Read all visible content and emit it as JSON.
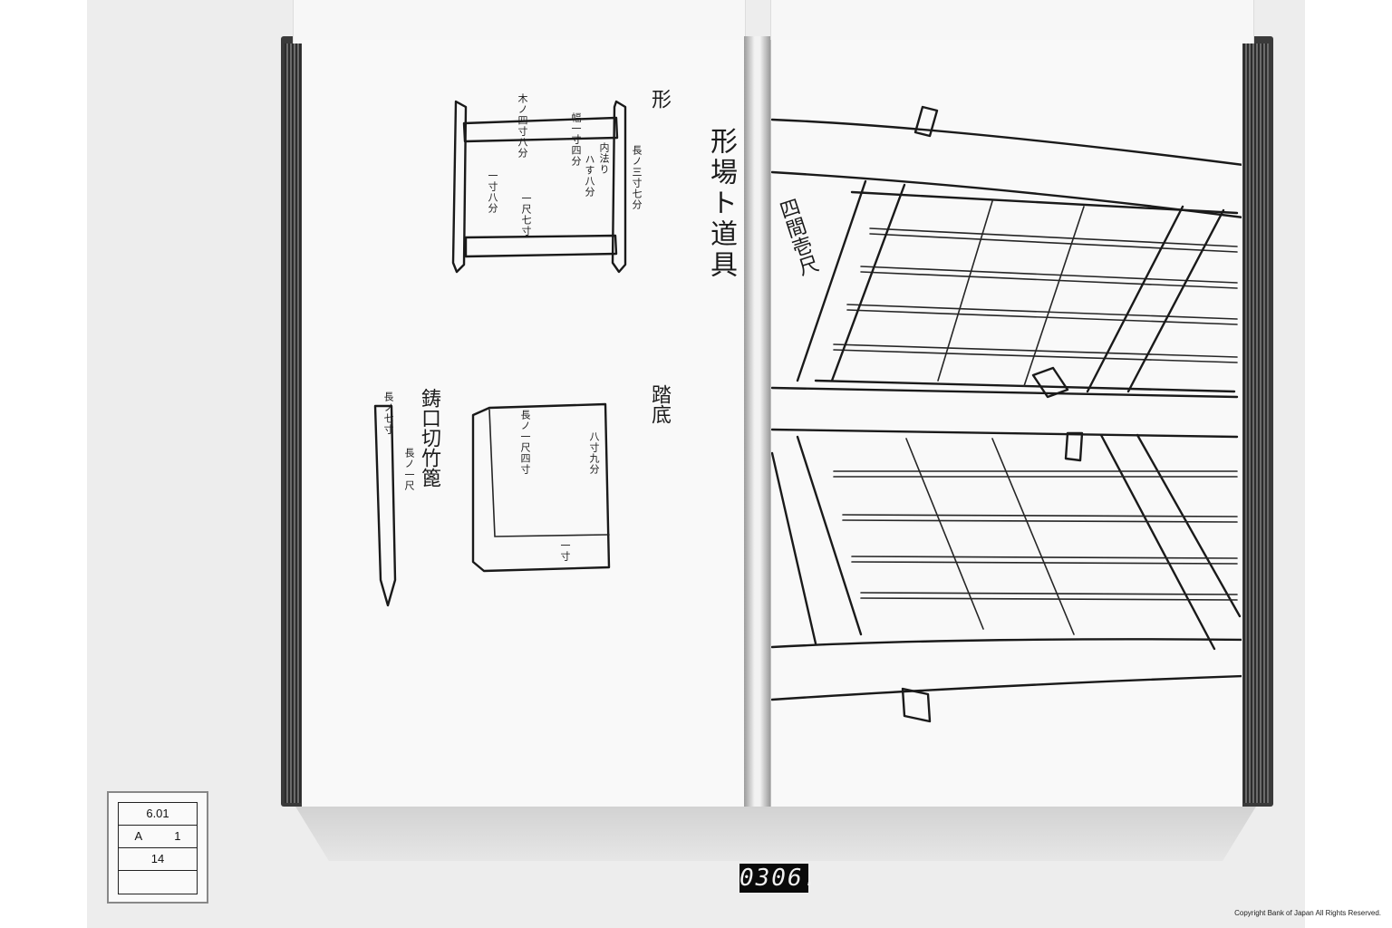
{
  "left_page": {
    "side_title": "形場ト道具",
    "frame_label": "形",
    "frame_notes": [
      "木ノ四寸八分",
      "幅一寸四分",
      "内法り",
      "ハす八分",
      "長ノ三寸七分",
      "一尺七寸",
      "一寸八分"
    ],
    "tray_label": "踏底",
    "tray_notes": [
      "長ノ一尺四寸",
      "八寸九分",
      "一寸"
    ],
    "stick_label": "鋳口切竹篦",
    "stick_notes": [
      "長ノ七寸",
      "長ノ一尺"
    ]
  },
  "right_page": {
    "drawing_label": "四間壱尺"
  },
  "catalog_card": {
    "row1": "6.01",
    "row2_left": "A",
    "row2_right": "1",
    "row3": "14",
    "row4": ""
  },
  "frame_counter": "0306.",
  "copyright": "Copyright Bank of Japan All Rights Reserved."
}
